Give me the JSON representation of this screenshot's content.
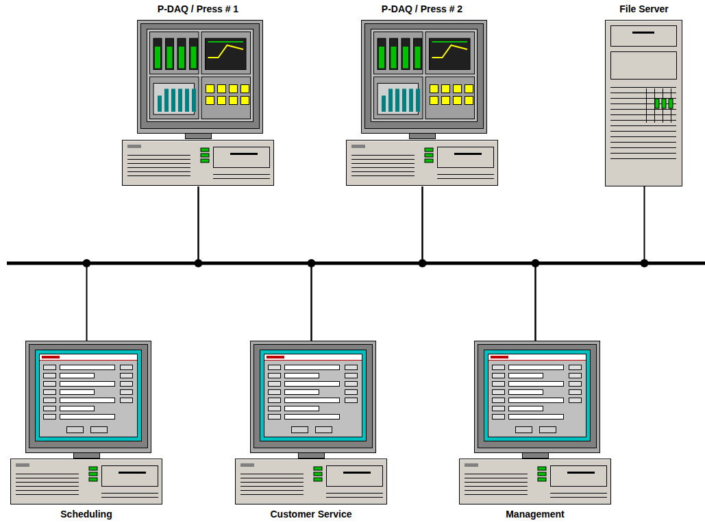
{
  "diagram": {
    "nodes": [
      {
        "text": [
          "P-DAQ / Press # 1"
        ]
      },
      {
        "text": [
          "P-DAQ / Press # 2"
        ]
      },
      {
        "text": [
          "File Server"
        ]
      },
      {
        "text": [
          "Scheduling"
        ]
      },
      {
        "text": [
          "Customer Service"
        ]
      },
      {
        "text": [
          "Management"
        ]
      }
    ],
    "edges": [
      {
        "from": 3,
        "to": 0,
        "arrow": "none"
      },
      {
        "from": 0,
        "to": 4,
        "arrow": "none"
      },
      {
        "from": 4,
        "to": 1,
        "arrow": "none"
      },
      {
        "from": 1,
        "to": 5,
        "arrow": "none"
      },
      {
        "from": 5,
        "to": 2,
        "arrow": "none"
      }
    ]
  }
}
